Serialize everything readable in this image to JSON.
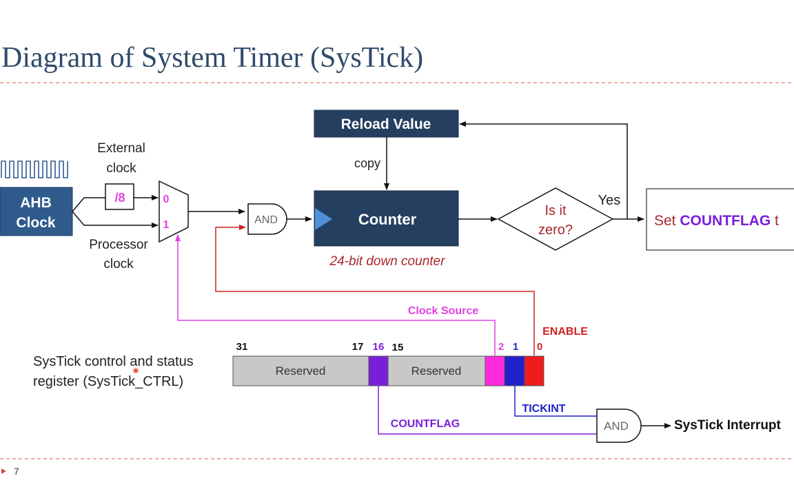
{
  "slide": {
    "title": "Diagram of System Timer (SysTick)",
    "page_number": "7"
  },
  "diagram": {
    "ahb_line1": "AHB",
    "ahb_line2": "Clock",
    "external_line1": "External",
    "external_line2": "clock",
    "divider": "/8",
    "processor_line1": "Processor",
    "processor_line2": "clock",
    "mux_in0": "0",
    "mux_in1": "1",
    "and_gate": "AND",
    "reload": "Reload Value",
    "copy": "copy",
    "counter": "Counter",
    "counter_caption": "24-bit down counter",
    "decision_line1": "Is it",
    "decision_line2": "zero?",
    "yes": "Yes",
    "set_prefix": "Set ",
    "set_flag": "COUNTFLAG",
    "set_suffix": " t",
    "clock_source": "Clock Source",
    "enable": "ENABLE",
    "register_line1": "SysTick control and status",
    "register_line2": "register (SysTick_CTRL)",
    "bit_31": "31",
    "bit_17": "17",
    "bit_16": "16",
    "bit_15": "15",
    "bit_2": "2",
    "bit_1": "1",
    "bit_0": "0",
    "reserved_hi": "Reserved",
    "reserved_lo": "Reserved",
    "tickint": "TICKINT",
    "countflag": "COUNTFLAG",
    "and_gate2": "AND",
    "interrupt": "SysTick Interrupt"
  },
  "colors": {
    "title": "#2f4a6b",
    "box_fill": "#243f60",
    "ahb_fill": "#2e5b8c",
    "magenta": "#e040e0",
    "red": "#cc2222",
    "blue": "#1f22c8",
    "purple": "#7a1fd8",
    "reserved_fill": "#c8c8c8",
    "dashed_rule": "#d9826a",
    "caption": "#a8282c"
  }
}
